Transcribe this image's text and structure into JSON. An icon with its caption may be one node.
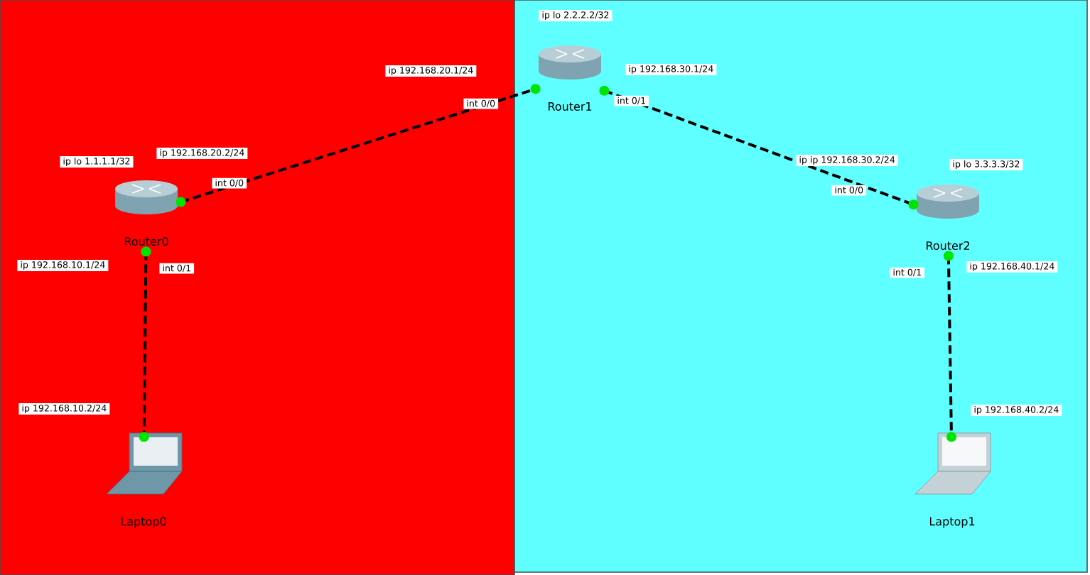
{
  "diagram": {
    "nodes": [
      {
        "text": [
          "Router0"
        ]
      },
      {
        "text": [
          "Router1"
        ]
      },
      {
        "text": [
          "Router2"
        ]
      },
      {
        "text": [
          "Laptop0"
        ]
      },
      {
        "text": [
          "Laptop1"
        ]
      }
    ],
    "edges": [
      {
        "from": 0,
        "to": 1,
        "arrow": "none",
        "style": "dashed"
      },
      {
        "from": 1,
        "to": 2,
        "arrow": "none",
        "style": "dashed"
      },
      {
        "from": 0,
        "to": 3,
        "arrow": "none",
        "style": "dashed"
      },
      {
        "from": 2,
        "to": 4,
        "arrow": "none",
        "style": "dashed"
      }
    ],
    "labels": [
      "ip lo 2.2.2.2/32",
      "ip 192.168.20.1/24",
      "ip 192.168.30.1/24",
      "int 0/0",
      "int 0/1",
      "ip 192.168.20.2/24",
      "ip lo 1.1.1.1/32",
      "int 0/0",
      "ip ip 192.168.30.2/24",
      "ip lo 3.3.3.3/32",
      "int 0/0",
      "ip 192.168.10.1/24",
      "int 0/1",
      "int 0/1",
      "ip 192.168.40.1/24",
      "ip 192.168.10.2/24",
      "ip 192.168.40.2/24"
    ]
  }
}
